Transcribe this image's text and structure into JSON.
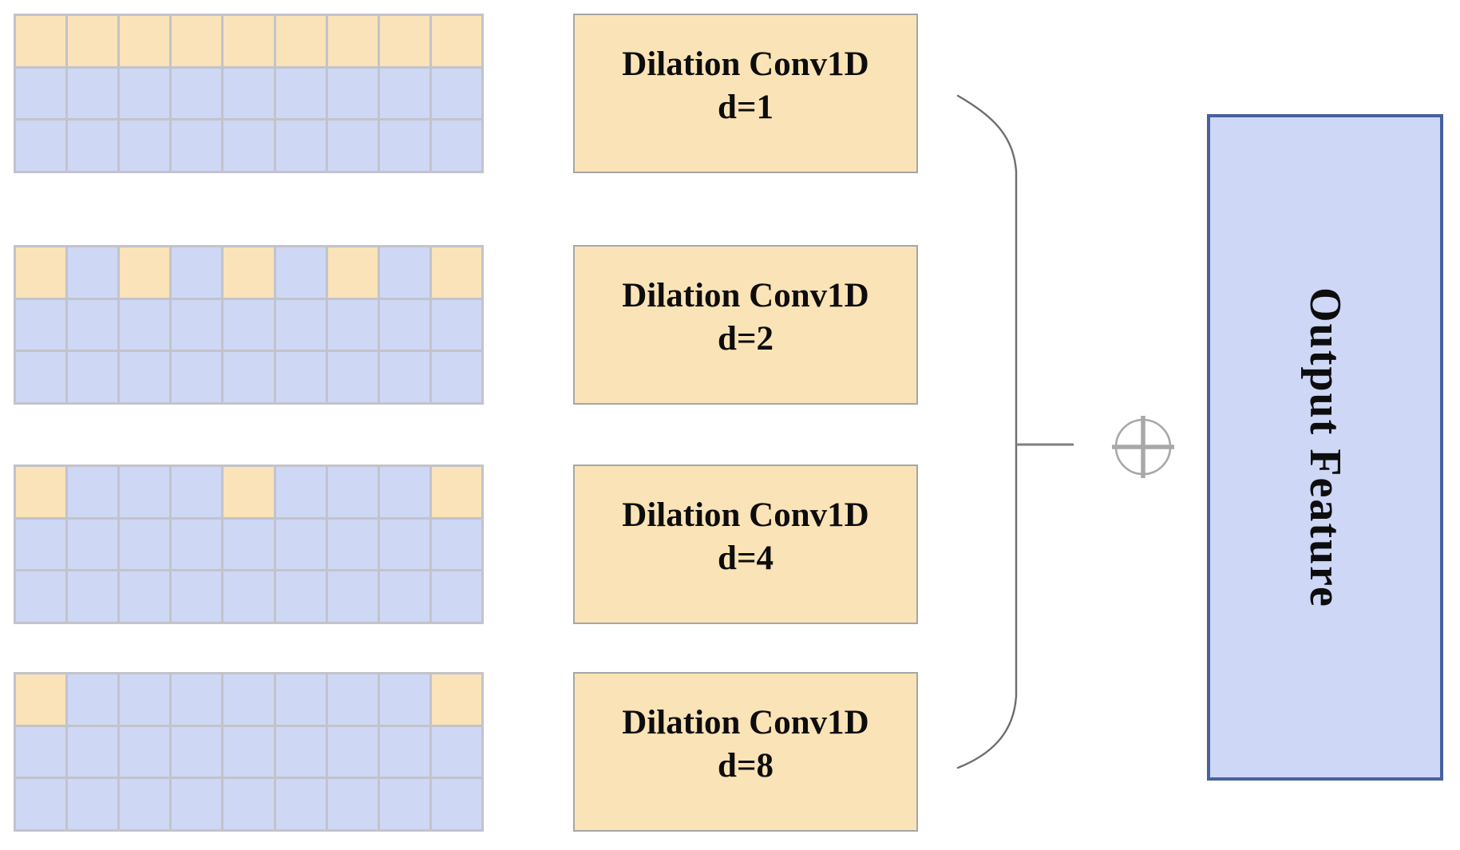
{
  "grids": [
    {
      "id": "receptive-grid-d1",
      "cols": 9,
      "rows": 3,
      "active_row": 0,
      "active_cols": [
        0,
        1,
        2,
        3,
        4,
        5,
        6,
        7,
        8
      ]
    },
    {
      "id": "receptive-grid-d2",
      "cols": 9,
      "rows": 3,
      "active_row": 0,
      "active_cols": [
        0,
        2,
        4,
        6,
        8
      ]
    },
    {
      "id": "receptive-grid-d4",
      "cols": 9,
      "rows": 3,
      "active_row": 0,
      "active_cols": [
        0,
        4,
        8
      ]
    },
    {
      "id": "receptive-grid-d8",
      "cols": 9,
      "rows": 3,
      "active_row": 0,
      "active_cols": [
        0,
        8
      ]
    }
  ],
  "conv_boxes": [
    {
      "id": "conv-box-d1",
      "line1": "Dilation Conv1D",
      "line2": "d=1"
    },
    {
      "id": "conv-box-d2",
      "line1": "Dilation Conv1D",
      "line2": "d=2"
    },
    {
      "id": "conv-box-d4",
      "line1": "Dilation Conv1D",
      "line2": "d=4"
    },
    {
      "id": "conv-box-d8",
      "line1": "Dilation Conv1D",
      "line2": "d=8"
    }
  ],
  "combiner": {
    "icon": "circled-plus-icon",
    "symbol": "⊕"
  },
  "output_box": {
    "label": "Output Feature"
  },
  "colors": {
    "cell_orange": "#FAE3B9",
    "cell_blue": "#CED8F5",
    "grid_line": "#C2C3CB",
    "conv_box_fill": "#FAE3B6",
    "conv_box_border": "#A6A6A6",
    "output_fill": "#CED7F6",
    "output_border": "#47619F",
    "brace": "#6E6E6E",
    "tick": "#7F7F7F",
    "plus": "#A8A8A8",
    "text": "#0D0D0D"
  }
}
